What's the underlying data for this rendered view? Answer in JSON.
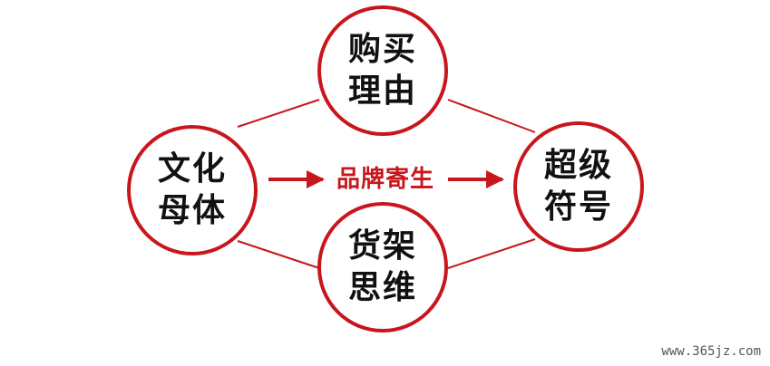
{
  "nodes": {
    "left": {
      "line1": "文化",
      "line2": "母体"
    },
    "top": {
      "line1": "购买",
      "line2": "理由"
    },
    "bottom": {
      "line1": "货架",
      "line2": "思维"
    },
    "right": {
      "line1": "超级",
      "line2": "符号"
    }
  },
  "center_label": "品牌寄生",
  "watermark": "www.365jz.com",
  "colors": {
    "accent": "#c8161d",
    "text": "#111111",
    "background": "#ffffff"
  }
}
